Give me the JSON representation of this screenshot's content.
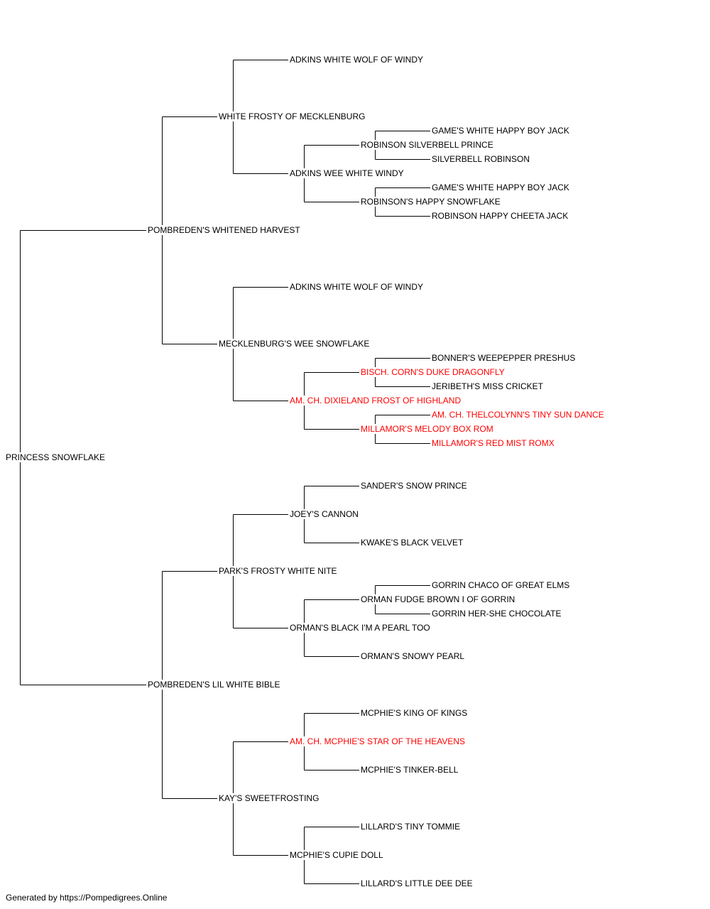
{
  "pedigree": {
    "name": "PRINCESS SNOWFLAKE",
    "highlighted": false,
    "sire": {
      "name": "POMBREDEN'S WHITENED HARVEST",
      "highlighted": false,
      "sire": {
        "name": "WHITE FROSTY OF MECKLENBURG",
        "highlighted": false,
        "sire": {
          "name": "ADKINS WHITE WOLF OF WINDY",
          "highlighted": false
        },
        "dam": {
          "name": "ADKINS WEE WHITE WINDY",
          "highlighted": false,
          "sire": {
            "name": "ROBINSON SILVERBELL PRINCE",
            "highlighted": false,
            "sire": {
              "name": "GAME'S WHITE HAPPY BOY JACK",
              "highlighted": false
            },
            "dam": {
              "name": "SILVERBELL ROBINSON",
              "highlighted": false
            }
          },
          "dam": {
            "name": "ROBINSON'S HAPPY SNOWFLAKE",
            "highlighted": false,
            "sire": {
              "name": "GAME'S WHITE HAPPY BOY JACK",
              "highlighted": false
            },
            "dam": {
              "name": "ROBINSON HAPPY CHEETA JACK",
              "highlighted": false
            }
          }
        }
      },
      "dam": {
        "name": "MECKLENBURG'S WEE SNOWFLAKE",
        "highlighted": false,
        "sire": {
          "name": "ADKINS WHITE WOLF OF WINDY",
          "highlighted": false
        },
        "dam": {
          "name": "AM. CH. DIXIELAND FROST OF HIGHLAND",
          "highlighted": true,
          "sire": {
            "name": "BISCH. CORN'S DUKE DRAGONFLY",
            "highlighted": true,
            "sire": {
              "name": "BONNER'S WEEPEPPER PRESHUS",
              "highlighted": false
            },
            "dam": {
              "name": "JERIBETH'S MISS CRICKET",
              "highlighted": false
            }
          },
          "dam": {
            "name": "MILLAMOR'S MELODY BOX ROM",
            "highlighted": true,
            "sire": {
              "name": "AM. CH. THELCOLYNN'S TINY SUN DANCE",
              "highlighted": true
            },
            "dam": {
              "name": "MILLAMOR'S RED MIST ROMX",
              "highlighted": true
            }
          }
        }
      }
    },
    "dam": {
      "name": "POMBREDEN'S LIL WHITE BIBLE",
      "highlighted": false,
      "sire": {
        "name": "PARK'S FROSTY WHITE NITE",
        "highlighted": false,
        "sire": {
          "name": "JOEY'S CANNON",
          "highlighted": false,
          "sire": {
            "name": "SANDER'S SNOW PRINCE",
            "highlighted": false
          },
          "dam": {
            "name": "KWAKE'S BLACK VELVET",
            "highlighted": false
          }
        },
        "dam": {
          "name": "ORMAN'S BLACK I'M A PEARL TOO",
          "highlighted": false,
          "sire": {
            "name": "ORMAN FUDGE BROWN I OF GORRIN",
            "highlighted": false,
            "sire": {
              "name": "GORRIN CHACO OF GREAT ELMS",
              "highlighted": false
            },
            "dam": {
              "name": "GORRIN HER-SHE CHOCOLATE",
              "highlighted": false
            }
          },
          "dam": {
            "name": "ORMAN'S SNOWY PEARL",
            "highlighted": false
          }
        }
      },
      "dam": {
        "name": "KAY'S SWEETFROSTING",
        "highlighted": false,
        "sire": {
          "name": "AM. CH. MCPHIE'S STAR OF THE HEAVENS",
          "highlighted": true,
          "sire": {
            "name": "MCPHIE'S KING OF KINGS",
            "highlighted": false
          },
          "dam": {
            "name": "MCPHIE'S TINKER-BELL",
            "highlighted": false
          }
        },
        "dam": {
          "name": "MCPHIE'S CUPIE DOLL",
          "highlighted": false,
          "sire": {
            "name": "LILLARD'S TINY TOMMIE",
            "highlighted": false
          },
          "dam": {
            "name": "LILLARD'S LITTLE DEE DEE",
            "highlighted": false
          }
        }
      }
    }
  },
  "footer": {
    "text": "Generated by https://Pompedigrees.Online"
  },
  "colors": {
    "line": "#000000",
    "text": "#000000",
    "highlight": "#ff0000"
  }
}
